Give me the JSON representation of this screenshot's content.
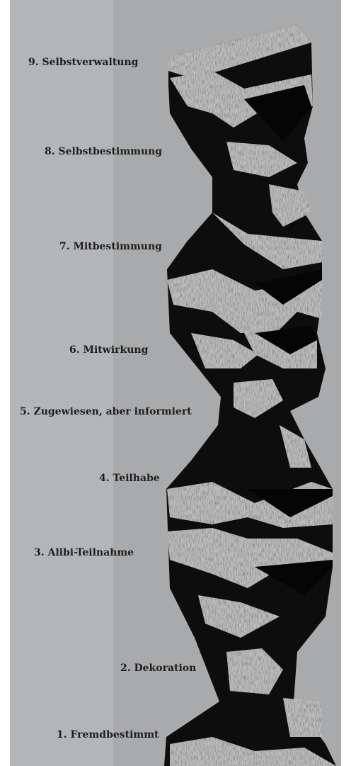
{
  "diagram": {
    "levels": [
      {
        "rank": 9,
        "label": "9. Selbstverwaltung"
      },
      {
        "rank": 8,
        "label": "8. Selbstbestimmung"
      },
      {
        "rank": 7,
        "label": "7. Mitbestimmung"
      },
      {
        "rank": 6,
        "label": "6. Mitwirkung"
      },
      {
        "rank": 5,
        "label": "5. Zugewiesen, aber informiert"
      },
      {
        "rank": 4,
        "label": "4. Teilhabe"
      },
      {
        "rank": 3,
        "label": "3. Alibi-Teilnahme"
      },
      {
        "rank": 2,
        "label": "2. Dekoration"
      },
      {
        "rank": 1,
        "label": "1. Fremdbestimmt"
      }
    ]
  },
  "colors": {
    "background_left": "#b3b5b8",
    "background_right": "#a9aaac",
    "block_light": "#b9b9b9",
    "block_dark": "#0d0d0d",
    "text": "#1e1e1e"
  }
}
